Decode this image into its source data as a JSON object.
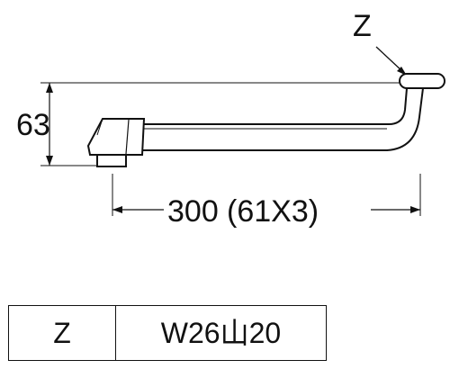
{
  "drawing": {
    "part_label": "Z",
    "height_dim": "63",
    "length_dim": "300",
    "length_detail": "(61X3)"
  },
  "spec_table": {
    "label": "Z",
    "value": "W26山20"
  }
}
